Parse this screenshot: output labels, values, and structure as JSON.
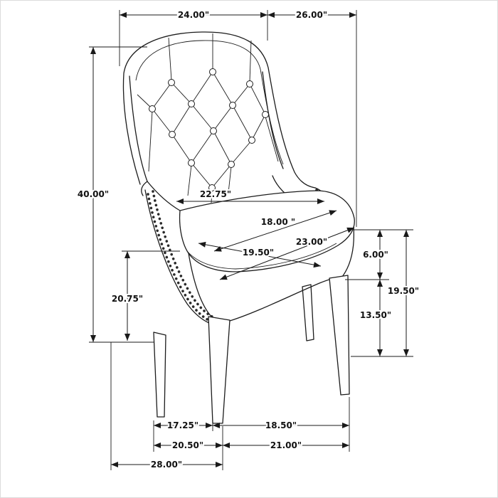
{
  "diagram": {
    "kind": "furniture dimension drawing",
    "subject": "tufted wingback side chair",
    "line_color": "#1c1c1c",
    "background": "#ffffff"
  },
  "dims": {
    "back_width": "24.00\"",
    "top_depth": "26.00\"",
    "overall_height": "40.00\"",
    "inner_seat_width": "22.75\"",
    "seat_depth": "18.00 \"",
    "seat_diagonal": "23.00\"",
    "seat_front_width": "19.50\"",
    "arm_height": "20.75\"",
    "seat_thickness": "6.00\"",
    "seat_height": "19.50\"",
    "leg_height": "13.50\"",
    "front_leg_spacing": "17.25\"",
    "side_base_depth": "18.50\"",
    "front_width": "20.50\"",
    "base_depth": "21.00\"",
    "overall_depth": "28.00\""
  }
}
